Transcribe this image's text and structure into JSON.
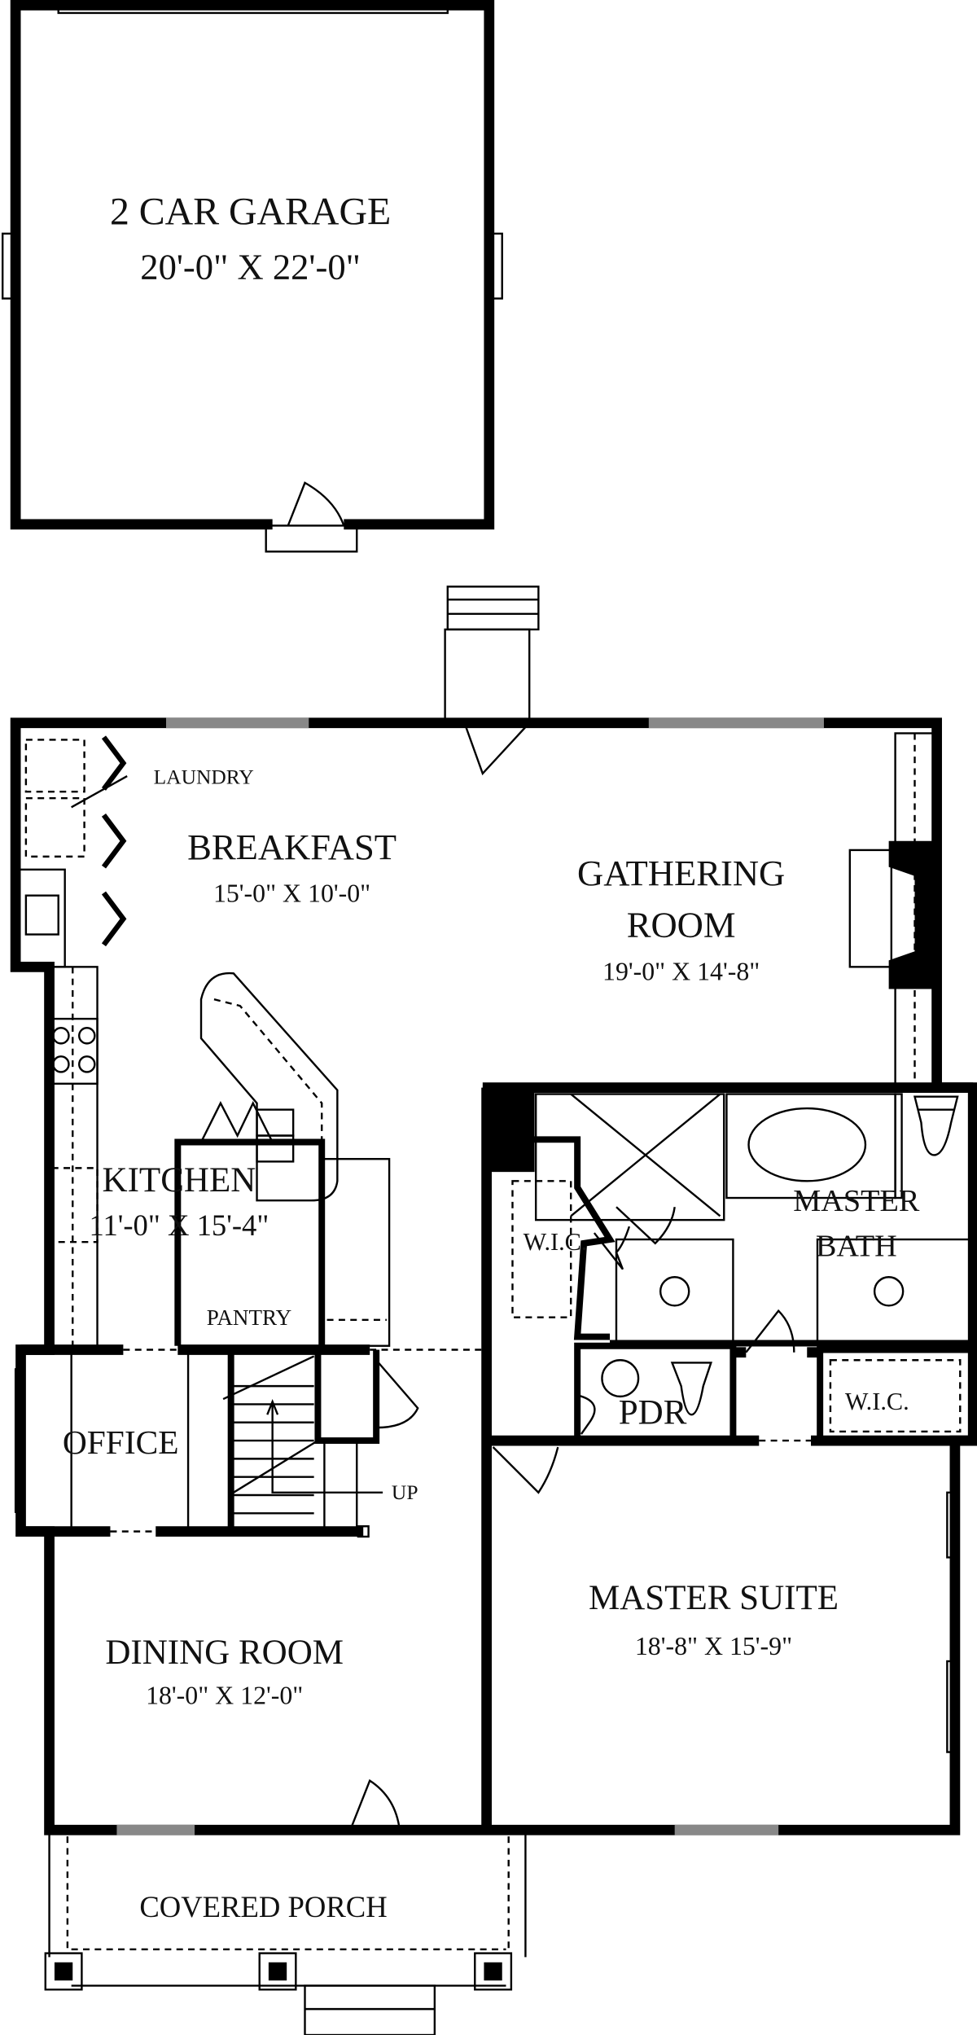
{
  "plan": {
    "garage": {
      "name": "2 CAR GARAGE",
      "size": "20'-0\" X 22'-0\""
    },
    "laundry": {
      "name": "LAUNDRY"
    },
    "breakfast": {
      "name": "BREAKFAST",
      "size": "15'-0\" X 10'-0\""
    },
    "gathering": {
      "name_line1": "GATHERING",
      "name_line2": "ROOM",
      "size": "19'-0\" X 14'-8\""
    },
    "kitchen": {
      "name": "KITCHEN",
      "size": "11'-0\" X 15'-4\""
    },
    "pantry": {
      "name": "PANTRY"
    },
    "wic_left": {
      "name": "W.I.C."
    },
    "master_bath": {
      "name_line1": "MASTER",
      "name_line2": "BATH"
    },
    "pdr": {
      "name": "PDR"
    },
    "wic_right": {
      "name": "W.I.C."
    },
    "office": {
      "name": "OFFICE"
    },
    "stairs": {
      "label": "UP"
    },
    "master_suite": {
      "name": "MASTER SUITE",
      "size": "18'-8\" X 15'-9\""
    },
    "dining": {
      "name": "DINING ROOM",
      "size": "18'-0\" X 12'-0\""
    },
    "porch": {
      "name": "COVERED PORCH"
    }
  }
}
